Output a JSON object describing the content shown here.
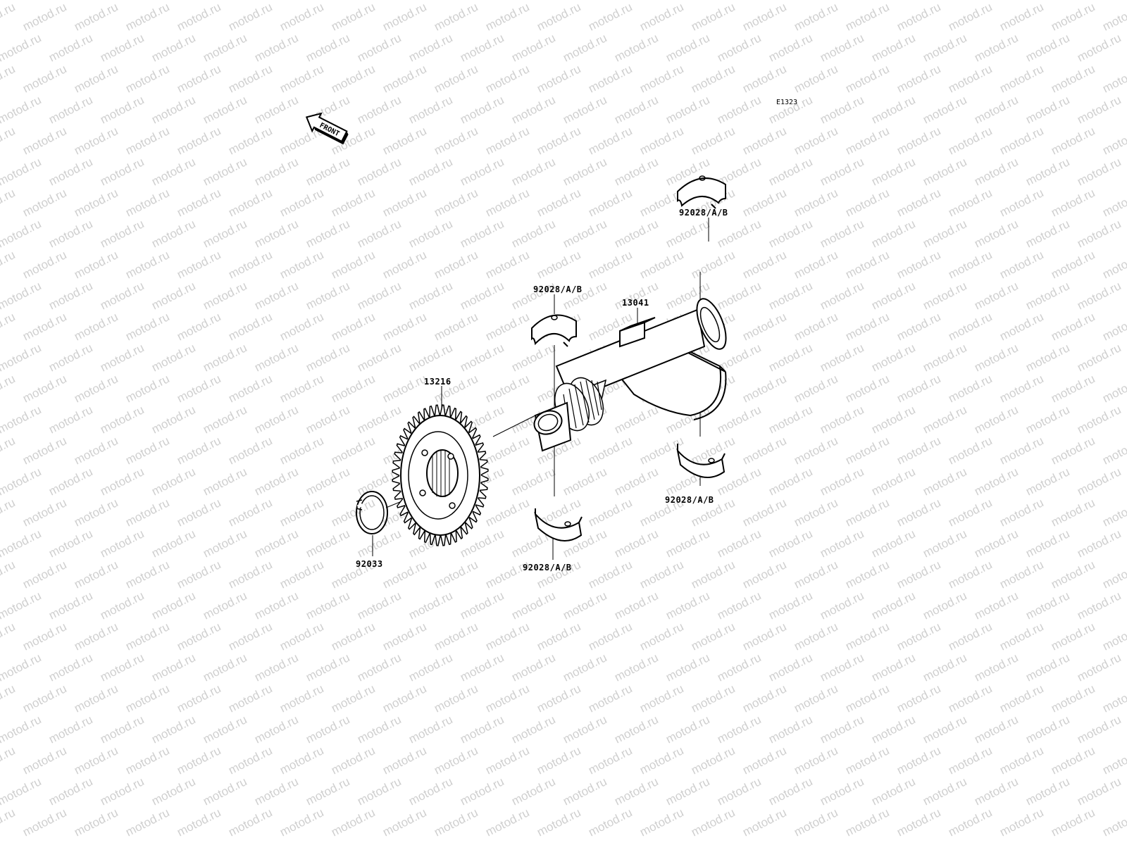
{
  "watermark": "motod.ru",
  "diagram_code": "E1323",
  "front_label": "FRONT",
  "parts": {
    "bearing_top_right": "92028/A/B",
    "bearing_mid_left": "92028/A/B",
    "shaft": "13041",
    "gear": "13216",
    "bearing_lower_right": "92028/A/B",
    "bearing_bottom": "92028/A/B",
    "circlip": "92033"
  }
}
